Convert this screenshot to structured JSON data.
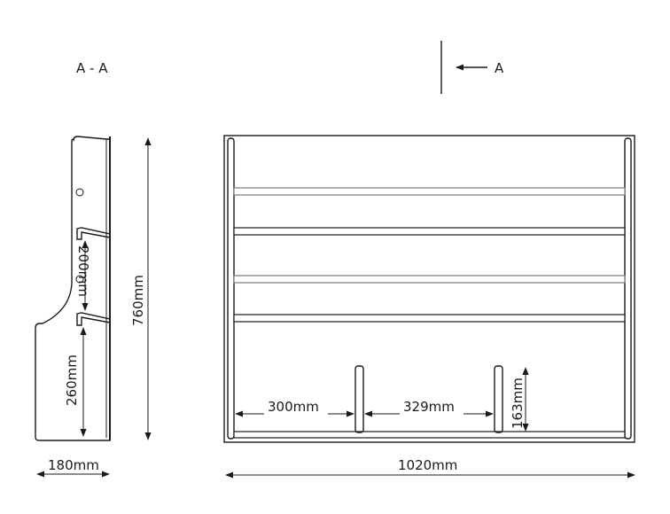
{
  "section_label": "A - A",
  "view_marker": "A",
  "dimensions": {
    "side_width": "180mm",
    "height": "760mm",
    "gap_upper": "200mm",
    "gap_lower": "260mm",
    "total_width": "1020mm",
    "divider_left": "300mm",
    "divider_mid": "329mm",
    "divider_height": "163mm"
  },
  "colors": {
    "line": "#1a1a1a",
    "light_line": "#7a7a7a",
    "background": "#ffffff"
  }
}
